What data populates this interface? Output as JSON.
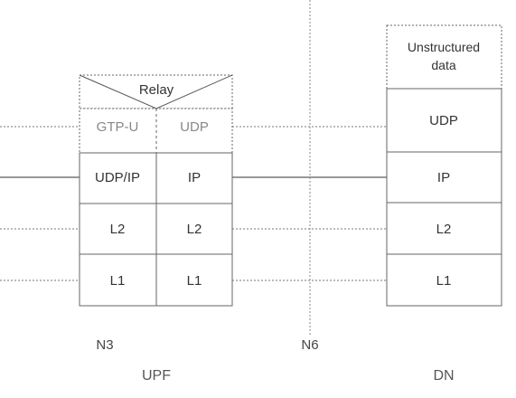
{
  "upf": {
    "relay": "Relay",
    "col1": [
      "GTP-U",
      "UDP/IP",
      "L2",
      "L1"
    ],
    "col2": [
      "UDP",
      "IP",
      "L2",
      "L1"
    ]
  },
  "dn": {
    "layers": [
      "Unstructured data",
      "UDP",
      "IP",
      "L2",
      "L1"
    ],
    "top_line1": "Unstructured",
    "top_line2": "data"
  },
  "interfaces": {
    "n3": "N3",
    "n6": "N6"
  },
  "nodes": {
    "upf": "UPF",
    "dn": "DN"
  }
}
